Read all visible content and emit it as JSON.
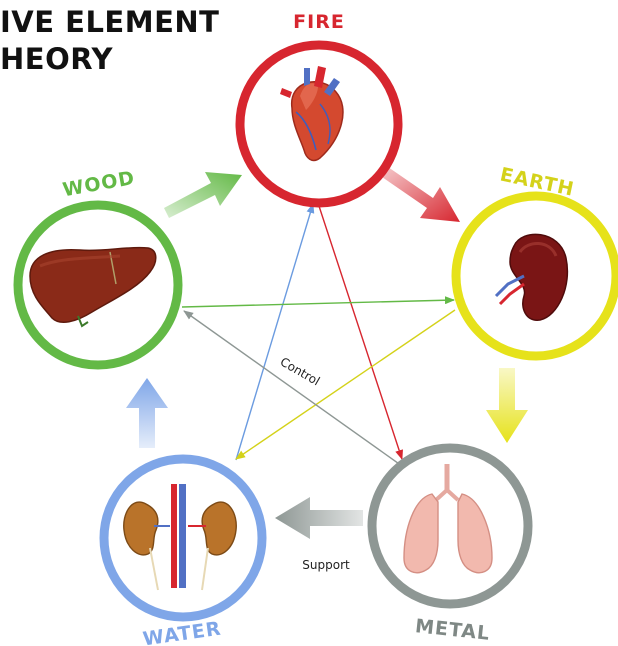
{
  "title": {
    "line1": "IVE ELEMENT",
    "line2": "HEORY"
  },
  "elements": {
    "fire": {
      "label": "FIRE",
      "organ": "heart-icon",
      "color": "#d7262f"
    },
    "earth": {
      "label": "EARTH",
      "organ": "spleen-icon",
      "color": "#e6e21a"
    },
    "metal": {
      "label": "METAL",
      "organ": "lungs-icon",
      "color": "#8e9794"
    },
    "water": {
      "label": "WATER",
      "organ": "kidneys-icon",
      "color": "#7fa6e8"
    },
    "wood": {
      "label": "WOOD",
      "organ": "liver-icon",
      "color": "#63b946"
    }
  },
  "annotations": {
    "control": "Control",
    "support": "Support"
  }
}
